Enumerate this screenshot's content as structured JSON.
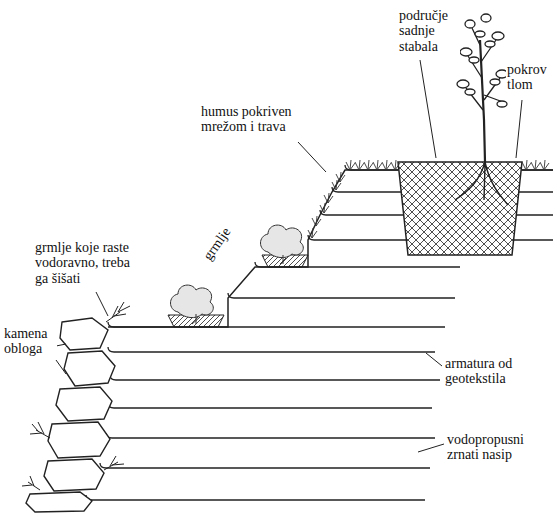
{
  "diagram": {
    "labels": [
      "područje sadnje stabala",
      "pokrov tlom",
      "humus pokriven mrežom i trava",
      "grmlje",
      "grmlje koje raste vodoravno, treba ga šišati",
      "kamena obloga",
      "armatura od geotekstila",
      "vodopropusni zrnati nasip"
    ]
  }
}
